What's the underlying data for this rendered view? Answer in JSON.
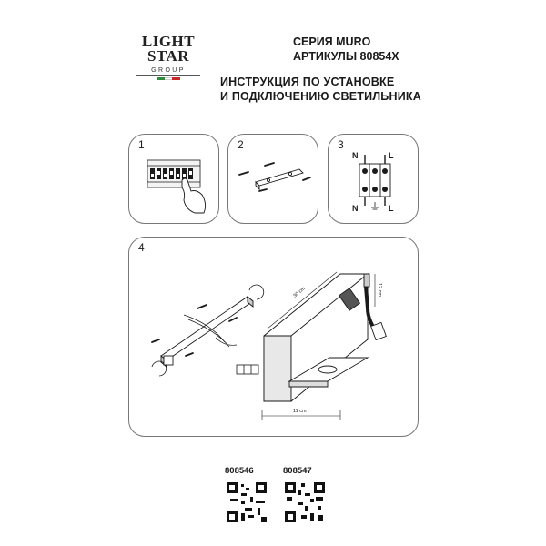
{
  "brand": {
    "line1": "LIGHT",
    "line2": "STAR",
    "line3": "GROUP"
  },
  "header": {
    "series": "СЕРИЯ MURO",
    "articles": "АРТИКУЛЫ 80854X",
    "instruction_line1": "ИНСТРУКЦИЯ ПО УСТАНОВКЕ",
    "instruction_line2": "И ПОДКЛЮЧЕНИЮ СВЕТИЛЬНИКА"
  },
  "steps": [
    {
      "number": "1"
    },
    {
      "number": "2"
    },
    {
      "number": "3",
      "labels": {
        "n_top": "N",
        "l_top": "L",
        "n_bottom": "N",
        "l_bottom": "L"
      }
    },
    {
      "number": "4",
      "dims": {
        "width": "30 cm",
        "height": "12 cm",
        "depth": "11 cm"
      }
    }
  ],
  "articles": [
    {
      "code": "808546"
    },
    {
      "code": "808547"
    }
  ],
  "colors": {
    "line": "#1a1a1a",
    "border": "#777777",
    "flag_green": "#2e8b3e",
    "flag_white": "#ffffff",
    "flag_red": "#c62828"
  }
}
